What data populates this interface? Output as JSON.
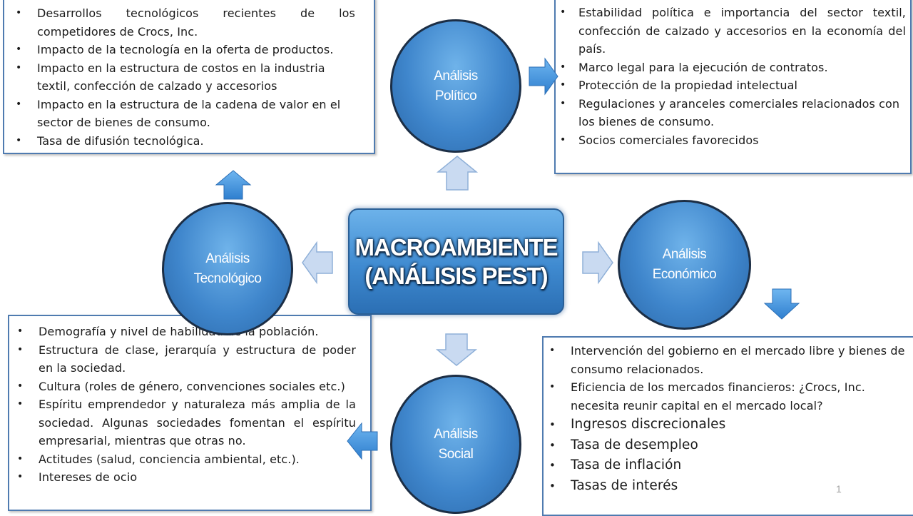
{
  "center": {
    "line1": "MACROAMBIENTE",
    "line2": "(ANÁLISIS PEST)"
  },
  "circles": {
    "politico": "Análisis\nPolítico",
    "tecnologico": "Análisis\nTecnológico",
    "economico": "Análisis\nEconómico",
    "social": "Análisis\nSocial"
  },
  "tecnologico_items": [
    "Desarrollos tecnológicos recientes de los competidores de Crocs, Inc.",
    "Impacto de la tecnología en la oferta de productos.",
    "Impacto en la estructura de costos en la industria textil, confección de calzado y accesorios",
    "Impacto en la estructura de la cadena de valor en el sector de bienes de consumo.",
    "Tasa de difusión tecnológica."
  ],
  "politico_items": [
    "Estabilidad política e importancia del sector textil, confección de calzado y accesorios en la economía del país.",
    "Marco legal para la ejecución de contratos.",
    "Protección de la propiedad intelectual",
    "Regulaciones y aranceles comerciales relacionados con los bienes de consumo.",
    "Socios comerciales favorecidos"
  ],
  "social_items": [
    "Demografía y nivel de habilidad de la población.",
    "Estructura de clase, jerarquía y estructura de poder en la sociedad.",
    "Cultura (roles de género, convenciones sociales etc.)",
    "Espíritu emprendedor y naturaleza más amplia de la sociedad. Algunas sociedades fomentan el espíritu empresarial, mientras que otras no.",
    "Actitudes (salud, conciencia ambiental, etc.).",
    "Intereses de ocio"
  ],
  "economico_items": [
    "Intervención del gobierno en el mercado libre y bienes de consumo relacionados.",
    "Eficiencia de los mercados financieros: ¿Crocs, Inc. necesita reunir capital en el mercado local?",
    "Ingresos discrecionales",
    "Tasa de desempleo",
    "Tasa de inflación",
    "Tasas de interés"
  ],
  "page_number": "1",
  "colors": {
    "light_arrow": "#c9daf1",
    "dark_arrow": "#3d8fdc",
    "box_border": "#4f7bb0",
    "circle_fill": "#3f86cc"
  }
}
